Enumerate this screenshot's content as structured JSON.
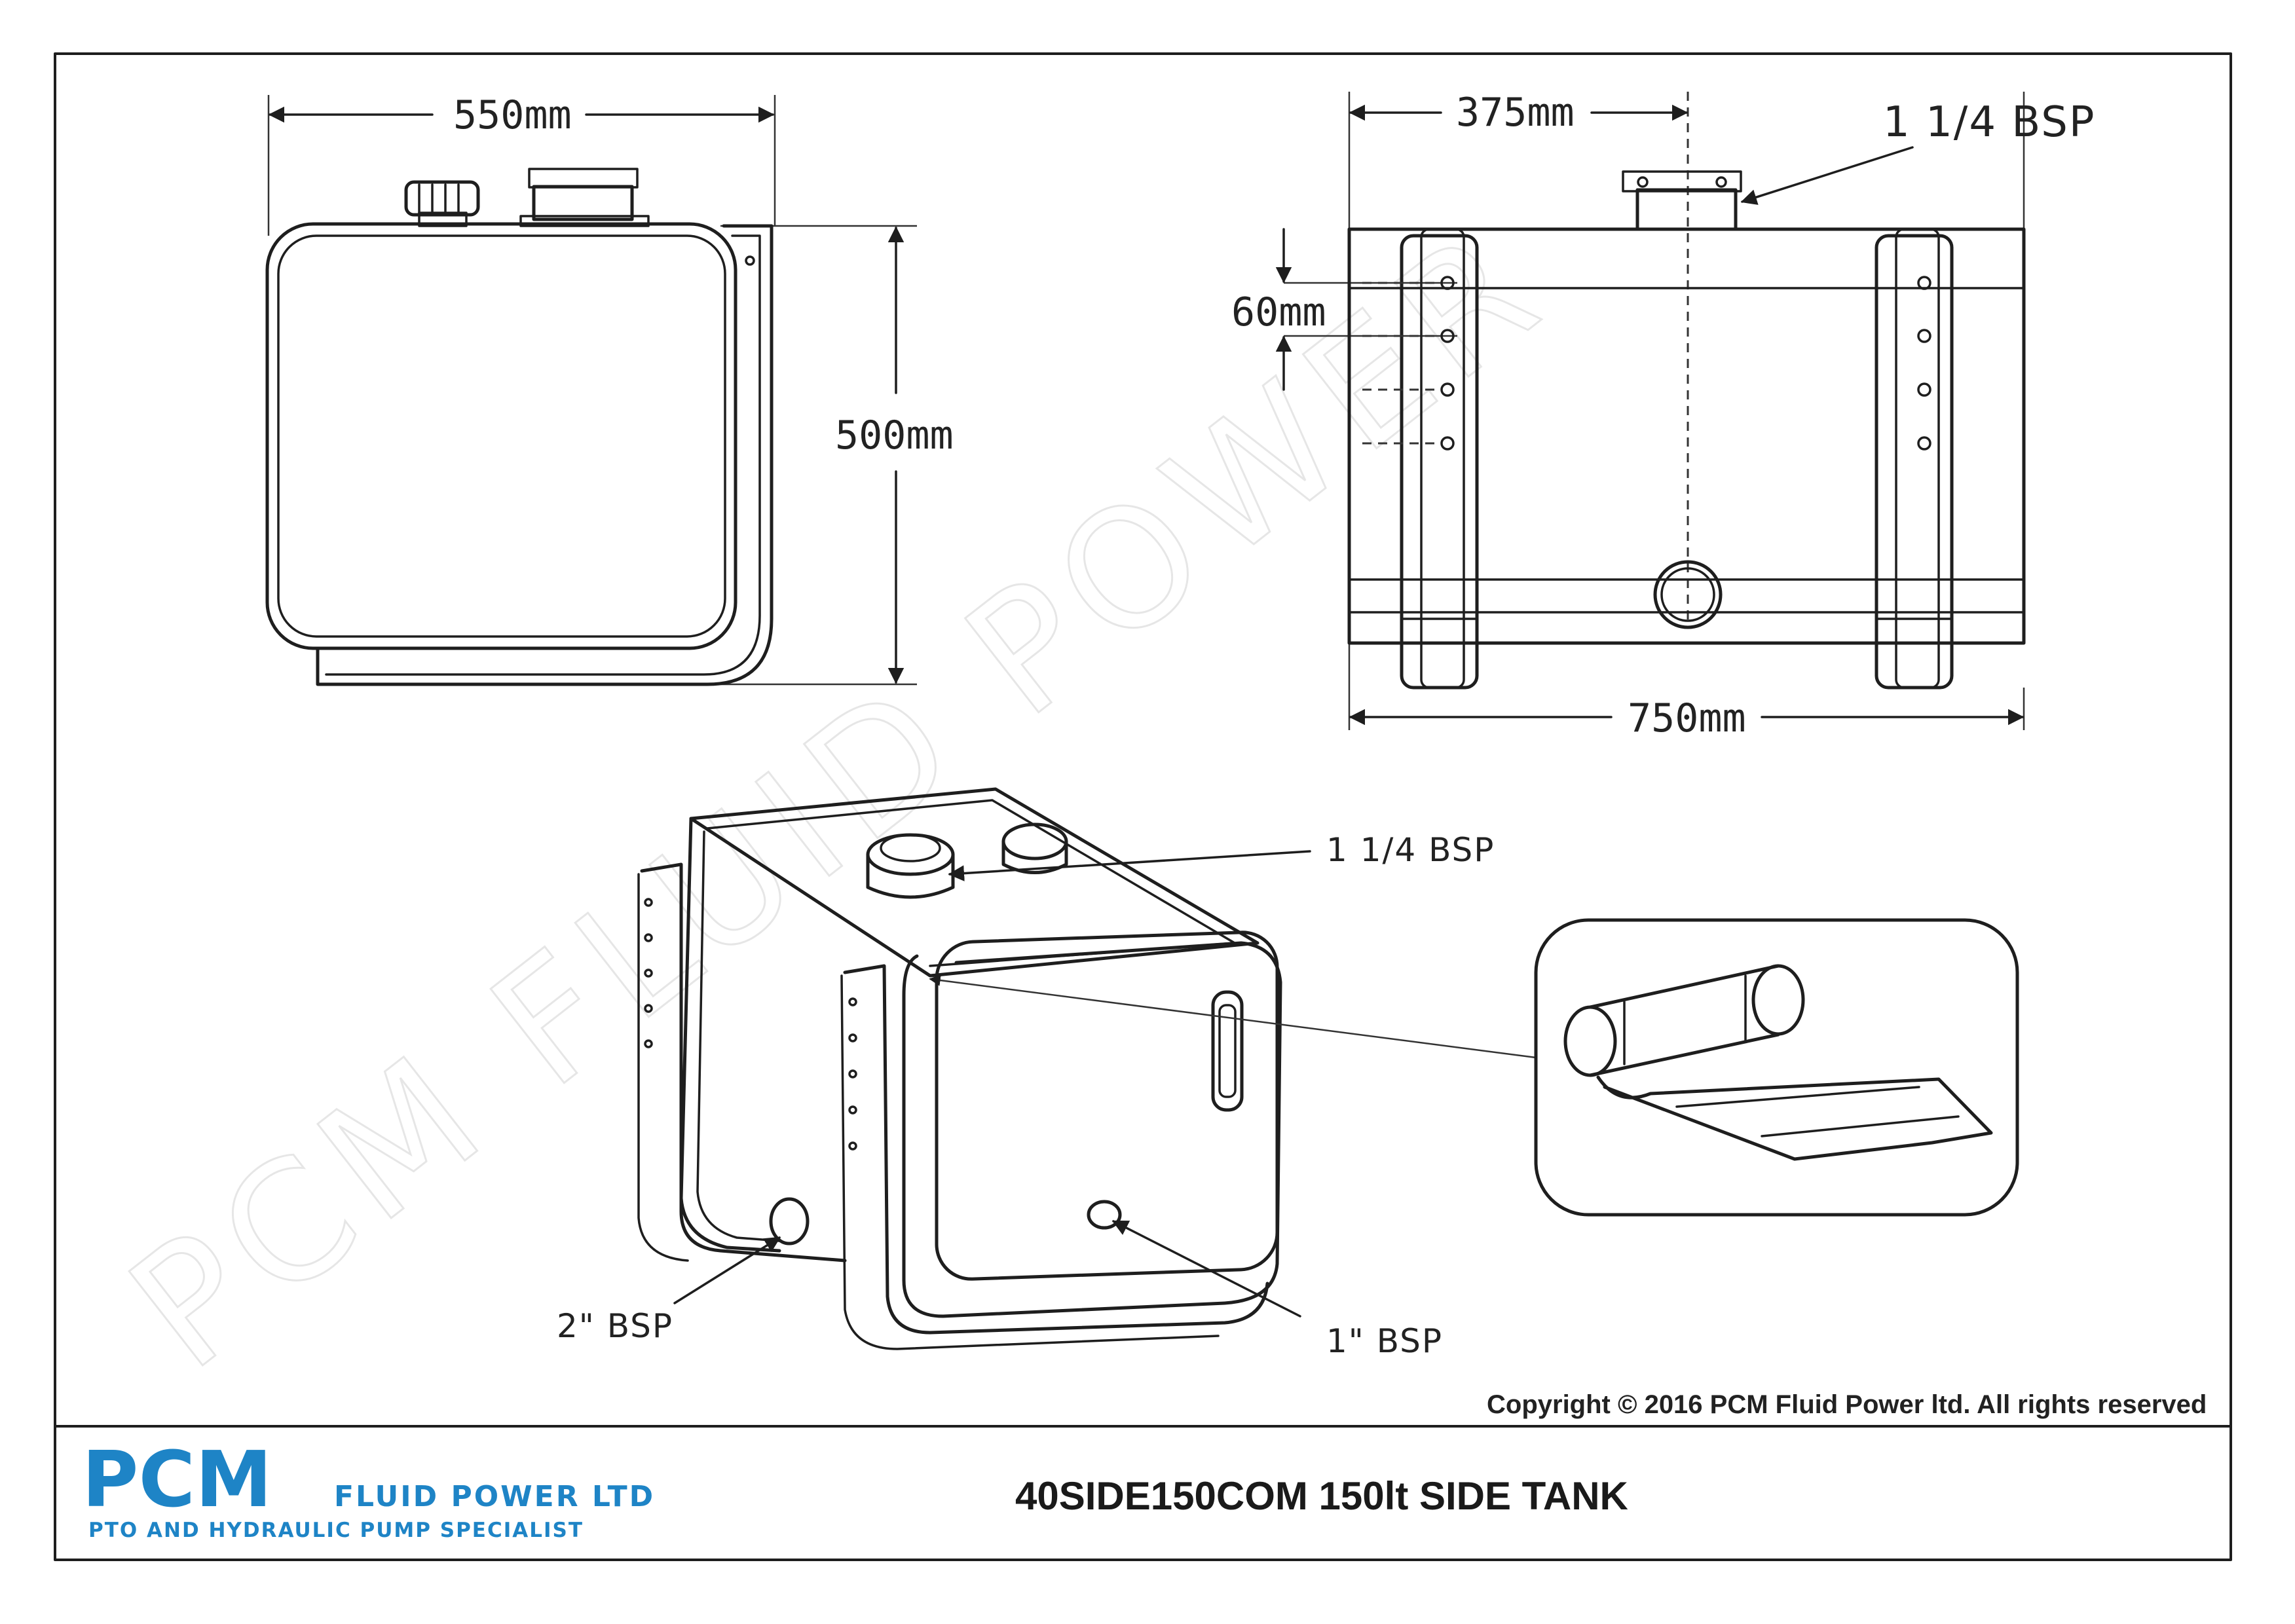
{
  "dimensions": {
    "width_top": "550mm",
    "height_side": "500mm",
    "half_length": "375mm",
    "bracket_pitch": "60mm",
    "length": "750mm"
  },
  "callouts": {
    "top_port": "1 1/4 BSP",
    "iso_top_port": "1 1/4 BSP",
    "iso_bottom_port": "2\" BSP",
    "iso_side_port": "1\" BSP"
  },
  "watermark": "PCM FLUID POWER",
  "copyright": "Copyright © 2016 PCM Fluid Power ltd. All rights reserved",
  "title_block": {
    "logo_main": "PCM",
    "logo_sub": "FLUID POWER LTD",
    "logo_tagline": "PTO AND HYDRAULIC PUMP SPECIALIST",
    "drawing_title": "40SIDE150COM 150lt SIDE TANK"
  },
  "colors": {
    "logo_blue": "#1e84c6",
    "line": "#1e1e1e",
    "watermark": "#e6e6e6"
  }
}
